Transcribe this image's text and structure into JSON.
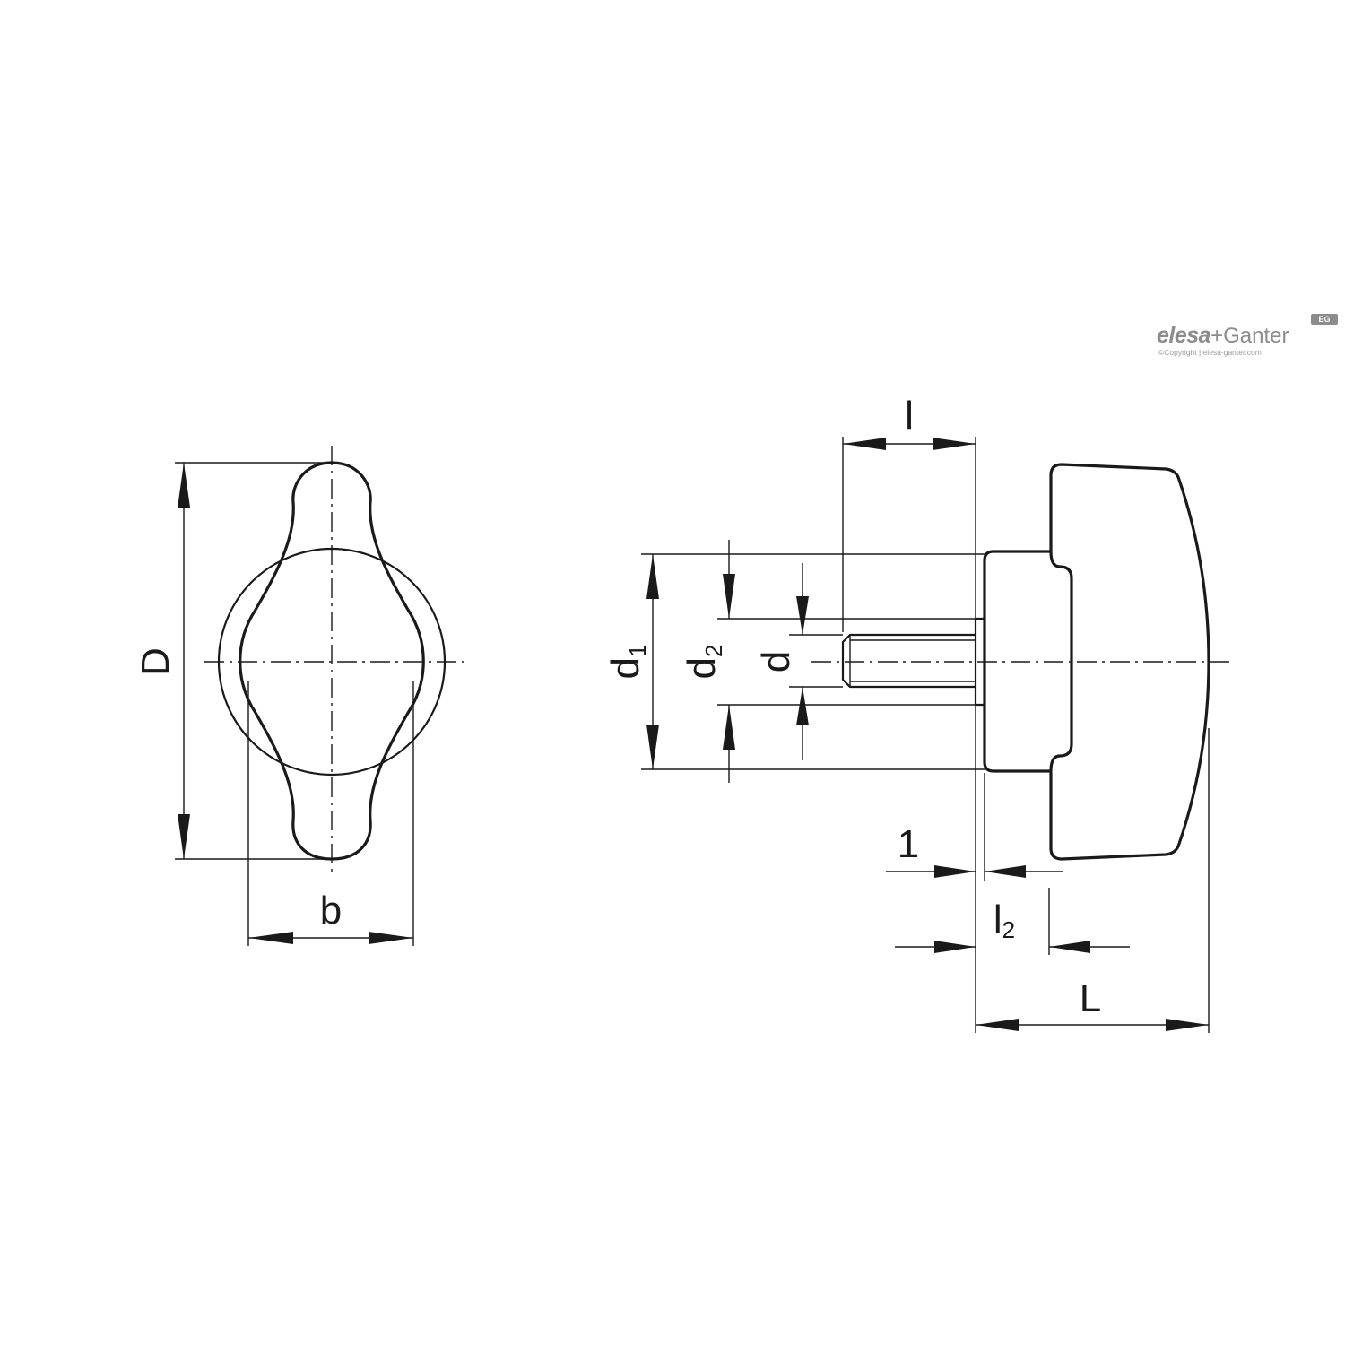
{
  "labels": {
    "D": "D",
    "b": "b",
    "l": "l",
    "d1_main": "d",
    "d1_sub": "1",
    "d2_main": "d",
    "d2_sub": "2",
    "d": "d",
    "one": "1",
    "l2_main": "l",
    "l2_sub": "2",
    "L": "L"
  },
  "logo": {
    "brand_a": "elesa",
    "plus": "+",
    "brand_b": "Ganter",
    "badge": "EG",
    "copyright": "©Copyright | elesa-ganter.com"
  }
}
